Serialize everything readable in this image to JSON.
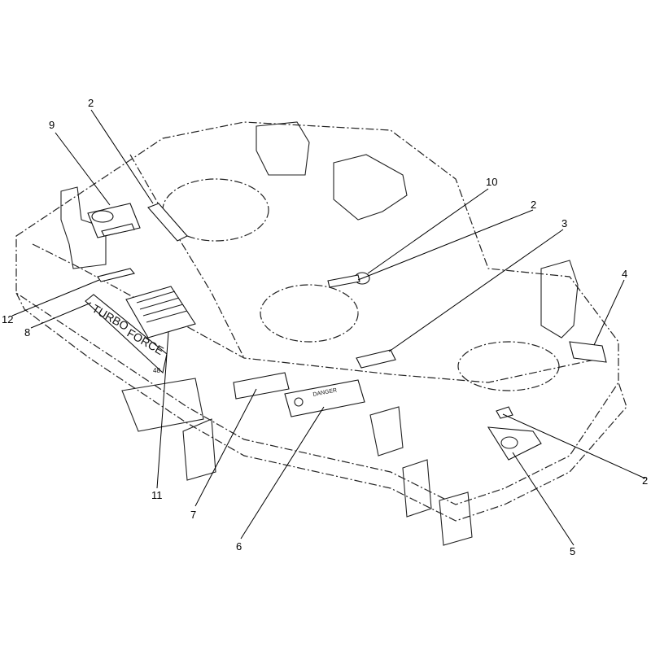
{
  "decals": {
    "brand_word_1": "TURBO",
    "brand_word_2": "FORCE",
    "model_number": "48",
    "warning_header": "DANGER"
  },
  "callouts": [
    {
      "id": "c2a",
      "label": "2"
    },
    {
      "id": "c9",
      "label": "9"
    },
    {
      "id": "c10",
      "label": "10"
    },
    {
      "id": "c2b",
      "label": "2"
    },
    {
      "id": "c3",
      "label": "3"
    },
    {
      "id": "c4",
      "label": "4"
    },
    {
      "id": "c12",
      "label": "12"
    },
    {
      "id": "c8",
      "label": "8"
    },
    {
      "id": "c11",
      "label": "11"
    },
    {
      "id": "c7",
      "label": "7"
    },
    {
      "id": "c6",
      "label": "6"
    },
    {
      "id": "c5",
      "label": "5"
    },
    {
      "id": "c2c",
      "label": "2"
    }
  ]
}
